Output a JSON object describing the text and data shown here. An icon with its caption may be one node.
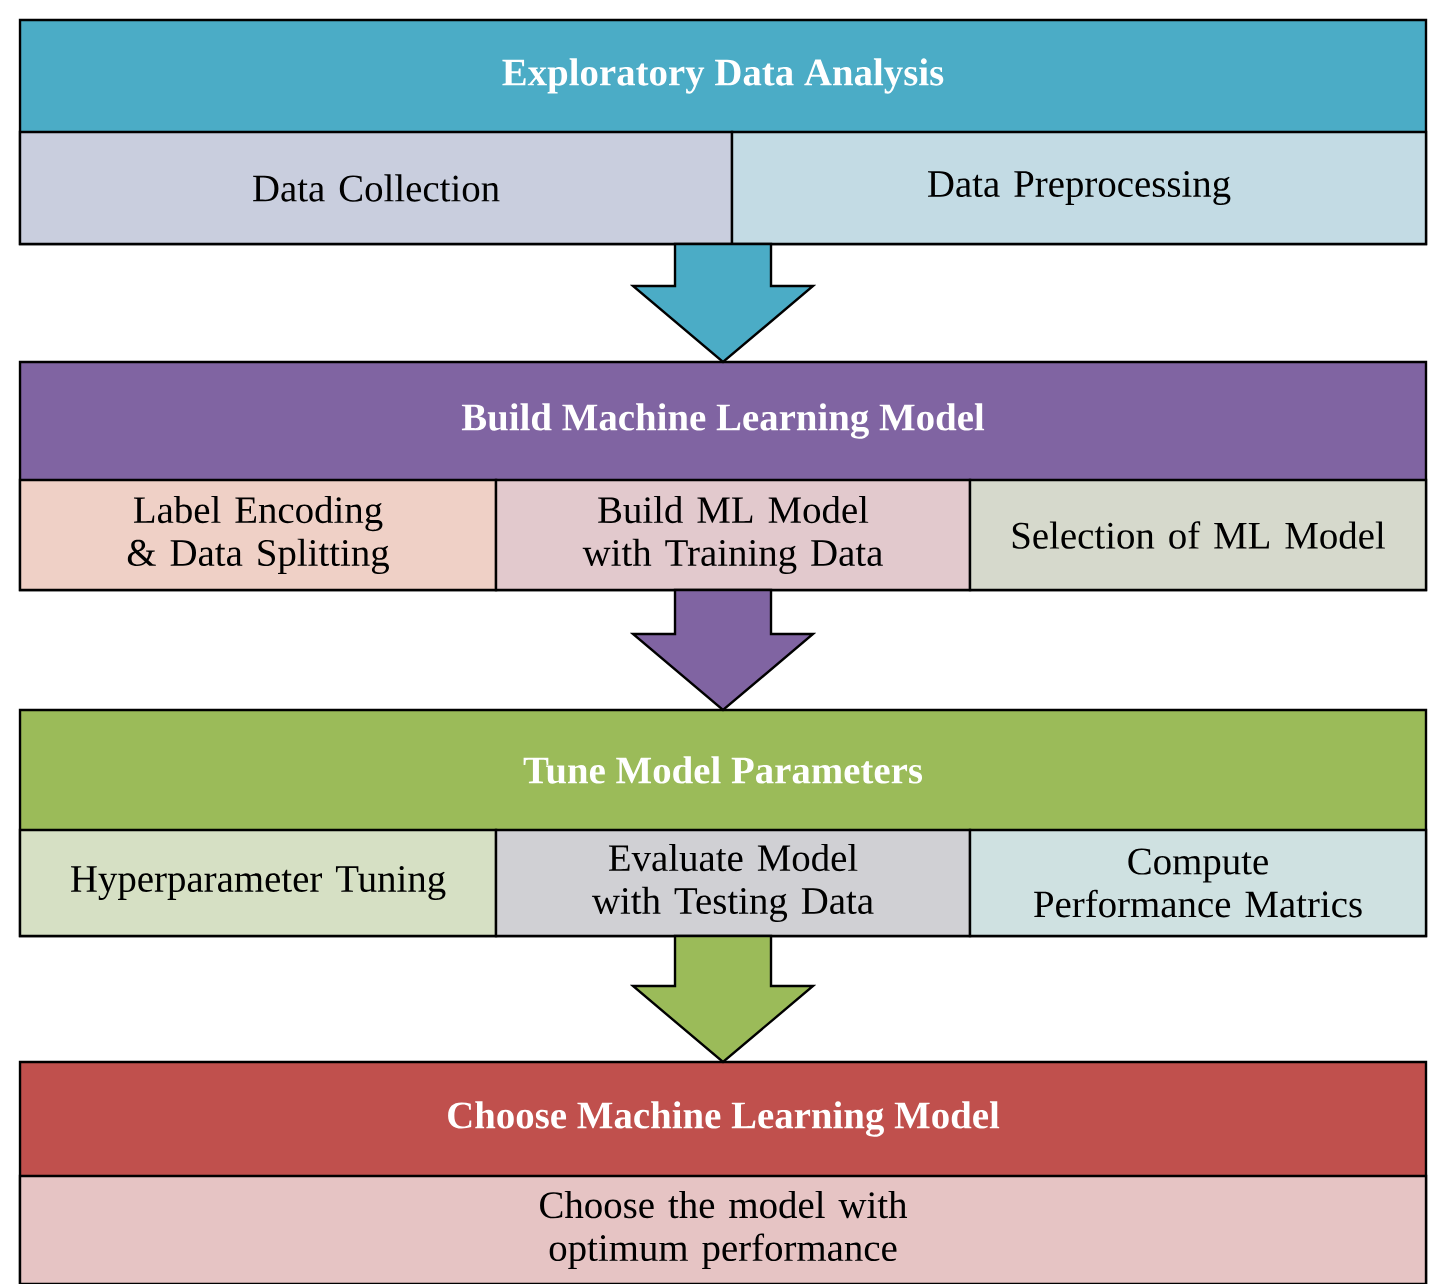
{
  "diagram": {
    "nodes": [
      {
        "text": [
          "Exploratory Data Analysis"
        ]
      },
      {
        "text": [
          "Data Collection"
        ],
        "in": 0
      },
      {
        "text": [
          "Data Preprocessing"
        ],
        "in": 0
      },
      {
        "text": [
          "Build Machine Learning Model"
        ]
      },
      {
        "text": [
          "Label Encoding & Data Splitting"
        ],
        "in": 3
      },
      {
        "text": [
          "Build ML Model with Training Data"
        ],
        "in": 3
      },
      {
        "text": [
          "Selection of ML Model"
        ],
        "in": 3
      },
      {
        "text": [
          "Tune Model Parameters"
        ]
      },
      {
        "text": [
          "Hyperparameter Tuning"
        ],
        "in": 7
      },
      {
        "text": [
          "Evaluate Model with Testing Data"
        ],
        "in": 7
      },
      {
        "text": [
          "Compute Performance Matrics"
        ],
        "in": 7
      },
      {
        "text": [
          "Choose Machine Learning Model"
        ]
      },
      {
        "text": [
          "Choose the model with optimum performance"
        ],
        "in": 11
      }
    ],
    "edges": [
      {
        "from": 0,
        "to": 3,
        "arrow": "to",
        "color": "#4bacc6"
      },
      {
        "from": 3,
        "to": 7,
        "arrow": "to",
        "color": "#8064a2"
      },
      {
        "from": 7,
        "to": 11,
        "arrow": "to",
        "color": "#9bbb59"
      }
    ]
  }
}
